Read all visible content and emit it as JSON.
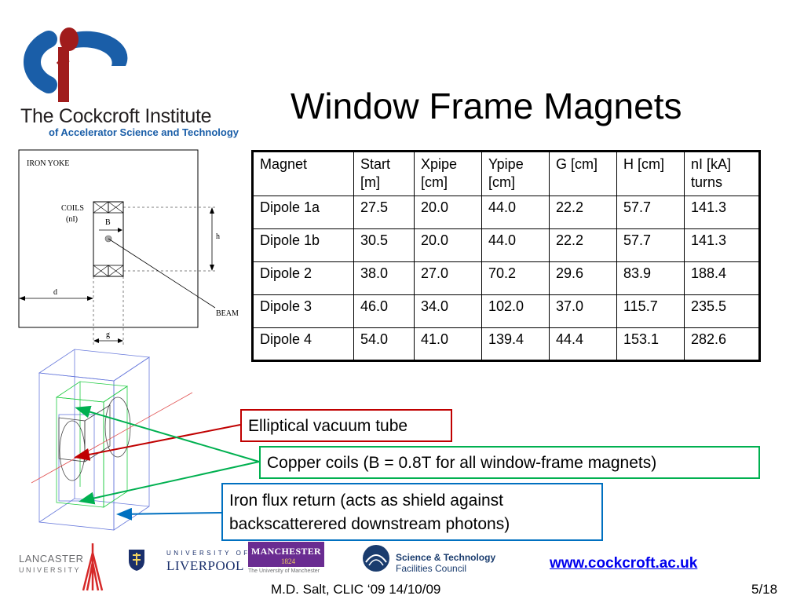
{
  "header": {
    "logo_name": "The Cockcroft Institute",
    "logo_subtitle": "of Accelerator Science and Technology",
    "title": "Window Frame Magnets"
  },
  "table": {
    "headers": [
      [
        "Magnet",
        ""
      ],
      [
        "Start",
        "[m]"
      ],
      [
        "Xpipe",
        "[cm]"
      ],
      [
        "Ypipe",
        "[cm]"
      ],
      [
        "G [cm]",
        ""
      ],
      [
        "H [cm]",
        ""
      ],
      [
        "nI [kA]",
        "turns"
      ]
    ],
    "rows": [
      [
        "Dipole 1a",
        "27.5",
        "20.0",
        "44.0",
        "22.2",
        "57.7",
        "141.3"
      ],
      [
        "Dipole 1b",
        "30.5",
        "20.0",
        "44.0",
        "22.2",
        "57.7",
        "141.3"
      ],
      [
        "Dipole 2",
        "38.0",
        "27.0",
        "70.2",
        "29.6",
        "83.9",
        "188.4"
      ],
      [
        "Dipole 3",
        "46.0",
        "34.0",
        "102.0",
        "37.0",
        "115.7",
        "235.5"
      ],
      [
        "Dipole 4",
        "54.0",
        "41.0",
        "139.4",
        "44.4",
        "153.1",
        "282.6"
      ]
    ]
  },
  "yoke_diagram": {
    "iron_yoke": "IRON YOKE",
    "coils": "COILS",
    "coils_ni": "(nI)",
    "b_label": "B",
    "h_label": "h",
    "d_label": "d",
    "g_label": "g",
    "beam_label": "BEAM"
  },
  "callouts": {
    "vacuum": "Elliptical vacuum tube",
    "coils": "Copper coils (B = 0.8T for all window-frame magnets)",
    "iron_line1": "Iron flux return (acts as shield against",
    "iron_line2": "backscatterered downstream photons)"
  },
  "footer": {
    "lancaster_1": "LANCASTER",
    "lancaster_2": "UNIVERSITY",
    "liverpool_top": "UNIVERSITY OF",
    "liverpool": "LIVERPOOL",
    "manchester": "MANCHESTER",
    "manchester_year": "1824",
    "manchester_sub": "The University of Manchester",
    "stfc_1": "Science & Technology",
    "stfc_2": "Facilities Council",
    "website": "www.cockcroft.ac.uk",
    "credit": "M.D. Salt, CLIC ‘09 14/10/09",
    "page": "5/18"
  },
  "colors": {
    "vacuum_arrow": "#c00000",
    "coil_arrow": "#00b050",
    "iron_arrow": "#0070c0",
    "logo_blue": "#1a5ea8",
    "logo_red": "#a01c1c"
  }
}
